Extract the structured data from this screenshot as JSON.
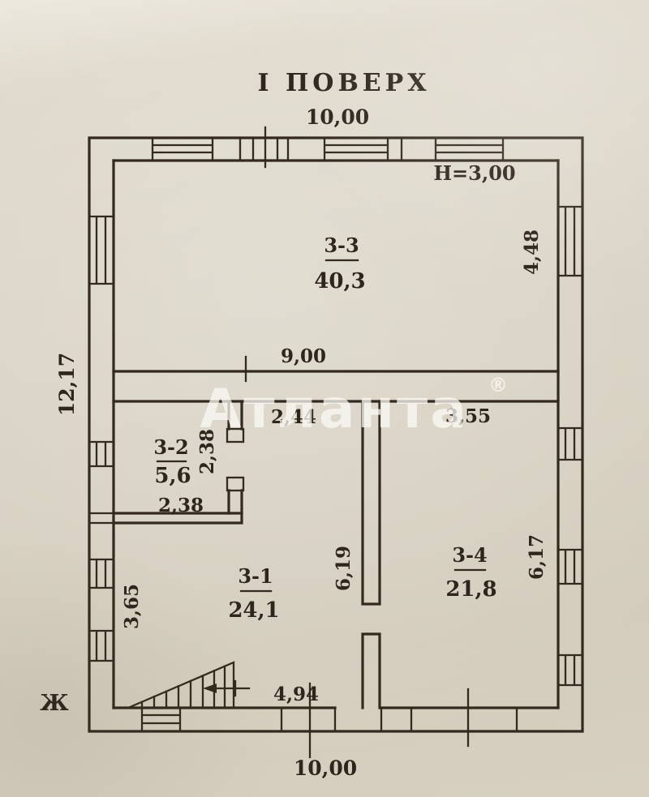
{
  "plan": {
    "title": "І ПОВЕРХ",
    "ceiling_height": "H=3,00",
    "axis_mark": "Ж",
    "watermark_text": "Атланта",
    "watermark_symbol": "®"
  },
  "dimensions": {
    "width_top": "10,00",
    "width_bottom": "10,00",
    "height_left": "12,17",
    "room_3_3_width": "9,00",
    "room_3_3_height_right": "4,48",
    "hall_width": "2,44",
    "room_3_4_width": "3,55",
    "room_3_2_depth": "2,38",
    "room_3_2_width": "2,38",
    "room_3_1_height_left": "3,65",
    "hall_depth": "6,19",
    "room_3_4_height_right": "6,17",
    "stairs_length": "4,94"
  },
  "rooms": {
    "r33": {
      "id": "3-3",
      "area": "40,3"
    },
    "r32": {
      "id": "3-2",
      "area": "5,6"
    },
    "r31": {
      "id": "3-1",
      "area": "24,1"
    },
    "r34": {
      "id": "3-4",
      "area": "21,8"
    }
  },
  "colors": {
    "ink": "#33291e",
    "paper": "#d8d2c3",
    "watermark": "rgba(251,250,246,0.74)"
  }
}
